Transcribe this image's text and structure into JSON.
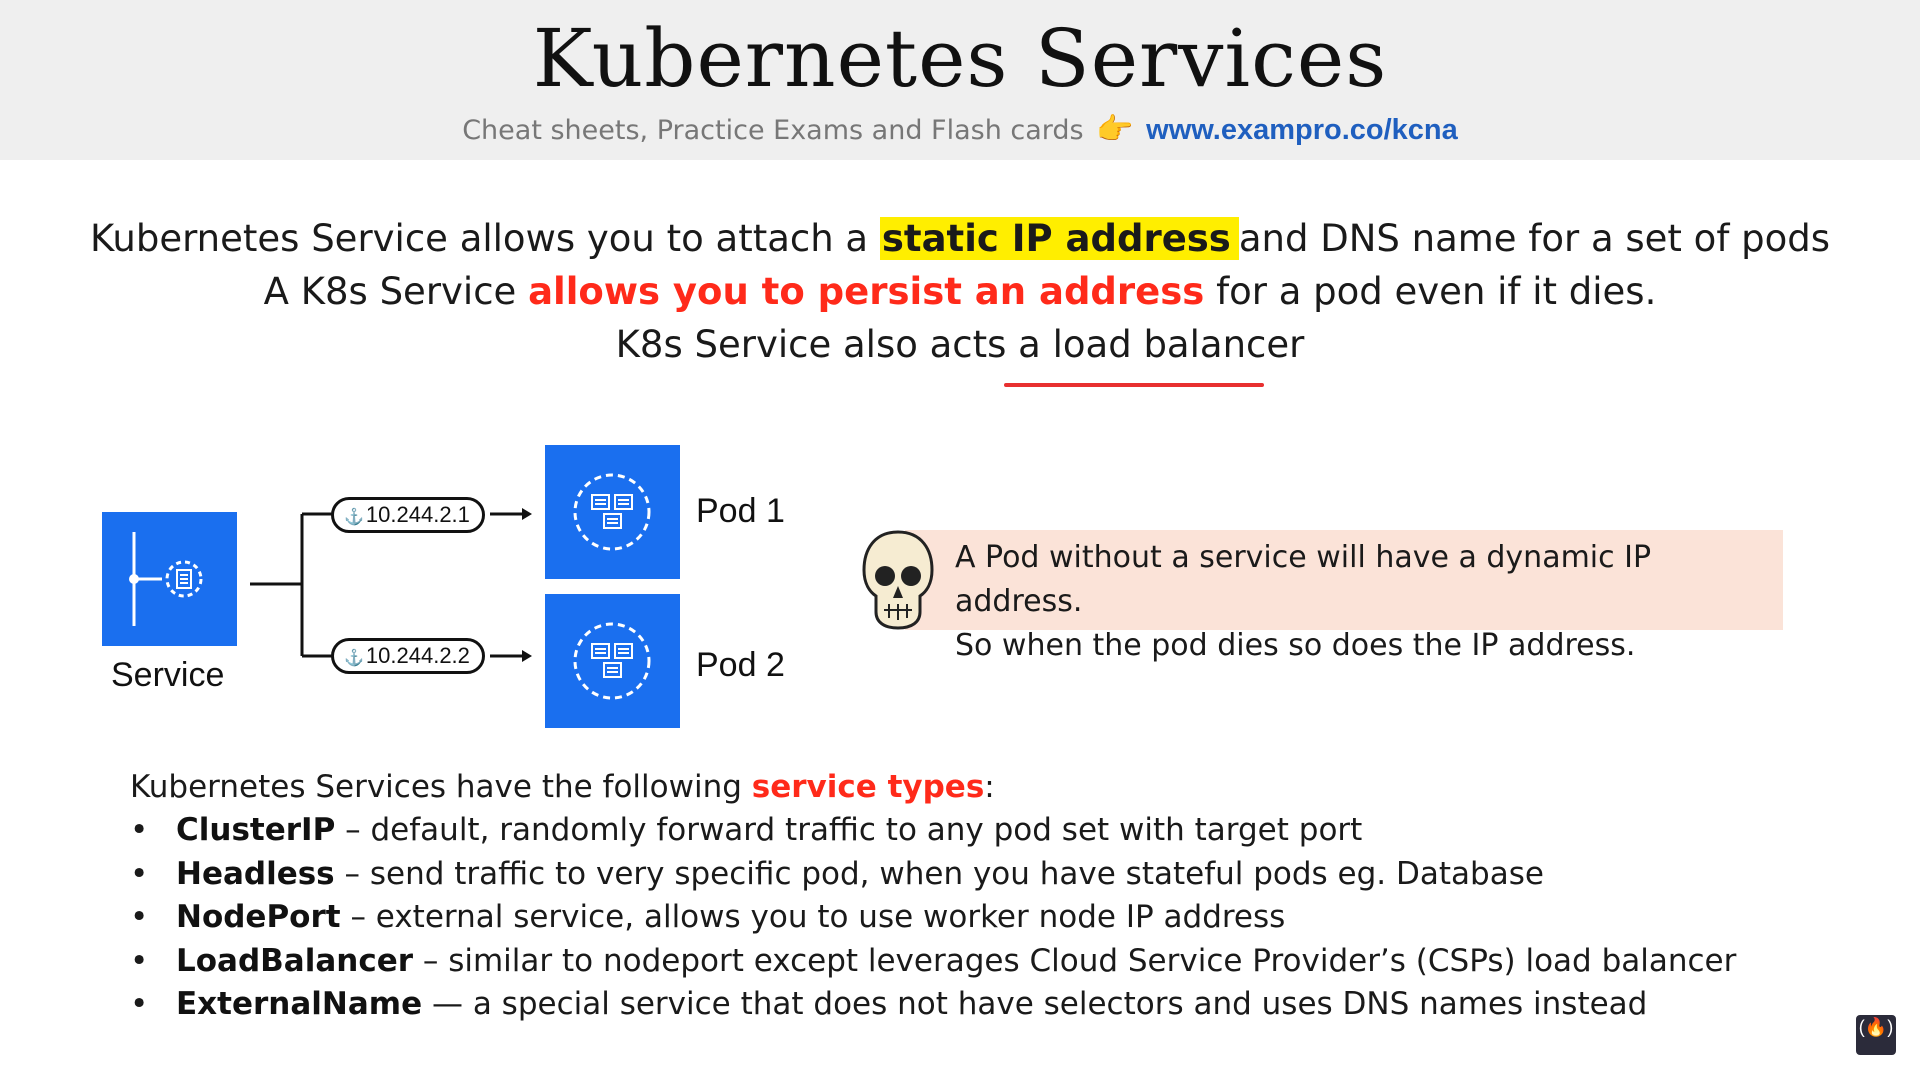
{
  "header": {
    "title": "Kubernetes Services",
    "subtitle": "Cheat sheets, Practice Exams and Flash cards",
    "url": "www.exampro.co/kcna"
  },
  "intro": {
    "line1_a": "Kubernetes Service allows you to attach a ",
    "line1_highlight": "static IP address",
    "line1_b": "and DNS name for a set of pods",
    "line2_a": "A K8s Service ",
    "line2_highlight": "allows you to persist an address",
    "line2_b": " for a pod even if it dies.",
    "line3": "K8s Service also acts a load balancer"
  },
  "diagram": {
    "service_label": "Service",
    "ip1": "10.244.2.1",
    "ip2": "10.244.2.2",
    "pod1_label": "Pod 1",
    "pod2_label": "Pod 2"
  },
  "note": {
    "line1": "A Pod without a service will have a dynamic IP address.",
    "line2": "So when the pod dies so does the IP address."
  },
  "types": {
    "intro_a": "Kubernetes Services have the following ",
    "intro_highlight": "service types",
    "intro_b": ":",
    "items": [
      {
        "name": "ClusterIP",
        "desc": " – default, randomly forward traffic to any pod set with target port"
      },
      {
        "name": "Headless",
        "desc": " – send traffic to very specific pod, when you have stateful pods eg. Database"
      },
      {
        "name": "NodePort",
        "desc": " – external service, allows you to use worker node IP address"
      },
      {
        "name": "LoadBalancer",
        "desc": " – similar to nodeport except leverages Cloud Service Provider’s (CSPs) load balancer"
      },
      {
        "name": "ExternalName",
        "desc": " — a special service that does not have selectors and uses DNS names instead"
      }
    ]
  },
  "colors": {
    "accent_blue": "#1a6fef",
    "highlight_yellow": "#ffee00",
    "highlight_red": "#ff2a1a",
    "note_bg": "#fbe3d8"
  },
  "icons": {
    "pointing_hand": "👉",
    "skull": "skull-icon",
    "pin": "⚓"
  }
}
